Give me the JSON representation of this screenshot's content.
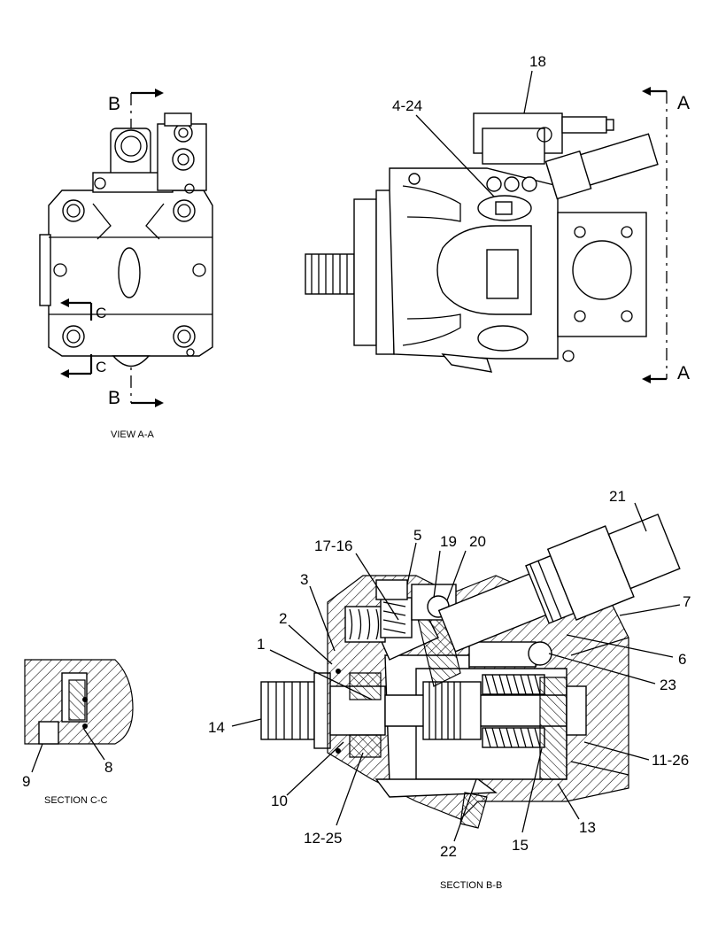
{
  "view_aa": {
    "caption": "VIEW A-A",
    "markers": {
      "b_top": "B",
      "b_bottom": "B",
      "c_top": "C",
      "c_bottom": "C"
    }
  },
  "side_view": {
    "markers": {
      "a_top": "A",
      "a_bottom": "A"
    },
    "callouts": {
      "c18": "18",
      "c4_24": "4-24"
    }
  },
  "section_cc": {
    "caption": "SECTION C-C",
    "callouts": {
      "c9": "9",
      "c8": "8"
    }
  },
  "section_bb": {
    "caption": "SECTION B-B",
    "callouts": {
      "c21": "21",
      "c7": "7",
      "c17_16": "17-16",
      "c5": "5",
      "c19": "19",
      "c20": "20",
      "c3": "3",
      "c2": "2",
      "c1": "1",
      "c6": "6",
      "c23": "23",
      "c14": "14",
      "c11_26": "11-26",
      "c10": "10",
      "c12_25": "12-25",
      "c22": "22",
      "c15": "15",
      "c13": "13"
    }
  }
}
